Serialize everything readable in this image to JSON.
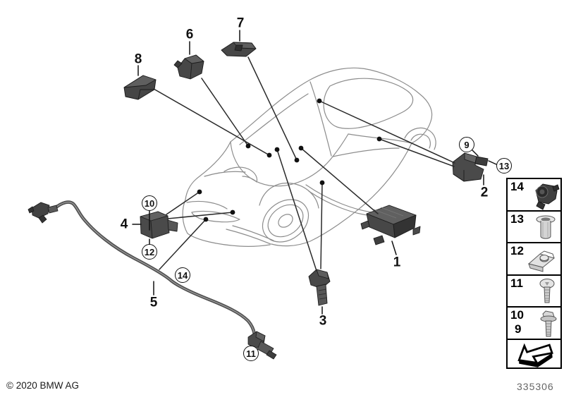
{
  "footer": {
    "copyright": "© 2020 BMW AG",
    "diagram_number": "335306"
  },
  "callouts": {
    "n1": "1",
    "n2": "2",
    "n3": "3",
    "n4": "4",
    "n5": "5",
    "n6": "6",
    "n7": "7",
    "n8": "8"
  },
  "circles": {
    "c9": "9",
    "c10": "10",
    "c11": "11",
    "c12": "12",
    "c13": "13",
    "c14": "14"
  },
  "sidebar": {
    "r14": "14",
    "r13": "13",
    "r12": "12",
    "r11": "11",
    "r10": "10",
    "r9": "9"
  },
  "icons": {
    "sidebar_row_14": "socket-connector-icon",
    "sidebar_row_13": "threaded-sleeve-icon",
    "sidebar_row_12": "clip-nut-icon",
    "sidebar_row_11": "pan-head-screw-icon",
    "sidebar_row_10_9": "hex-flange-bolt-icon",
    "sidebar_row_arrow": "direction-arrow-icon"
  },
  "colors": {
    "car_outline": "#8c8c8c",
    "leader_line": "#2a2a2a",
    "part_fill": "#4a4a4a",
    "label_text": "#111111"
  }
}
